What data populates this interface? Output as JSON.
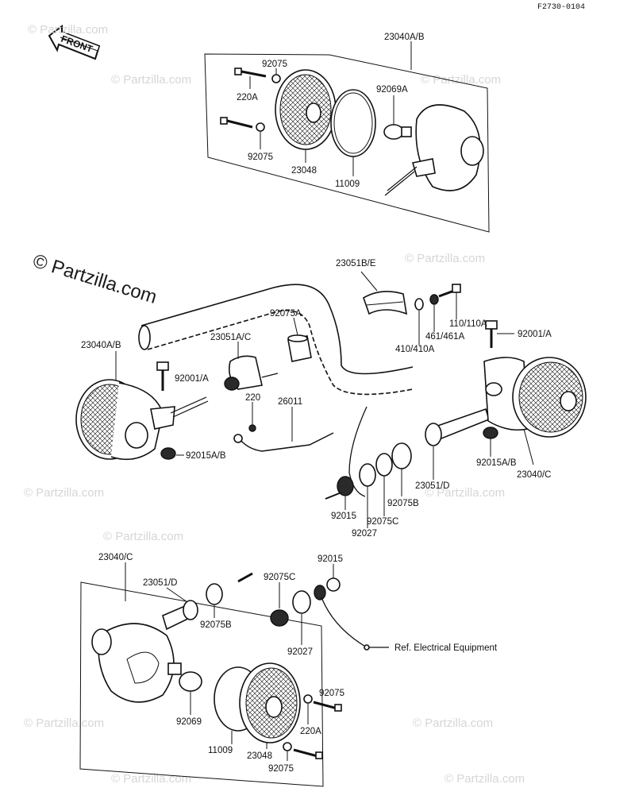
{
  "figure_code": "F2730-0104",
  "front_label": "FRONT",
  "watermark": "© Partzilla.com",
  "watermark_small": "© Partzilla.com",
  "ref_note": "Ref.  Electrical Equipment",
  "labels": {
    "top_assembly": "23040A/B",
    "top_nut": "92075",
    "top_bolt": "220A",
    "top_nut_lower": "92075",
    "top_lens": "23048",
    "top_gasket": "11009",
    "top_bulb": "92069A",
    "clamp_upper": "23051B/E",
    "spacer": "92075A",
    "clamp_left": "23051A/C",
    "left_assembly": "23040A/B",
    "left_bolt": "92001/A",
    "left_screw": "220",
    "harness": "26011",
    "left_nut": "92015A/B",
    "bolt_110": "110/110A",
    "washer_461": "461/461A",
    "washer_410": "410/410A",
    "right_bolt": "92001/A",
    "right_nut": "92015A/B",
    "right_assembly": "23040/C",
    "stem": "23051/D",
    "grommet_b": "92075B",
    "grommet_c": "92075C",
    "nut_92015": "92015",
    "washer_92027": "92027",
    "bot_assembly": "23040/C",
    "bot_stem": "23051/D",
    "bot_grommet_c": "92075C",
    "bot_nut": "92015",
    "bot_grommet_b": "92075B",
    "bot_washer": "92027",
    "bot_bulb": "92069",
    "bot_gasket": "11009",
    "bot_lens": "23048",
    "bot_nut_upper": "92075",
    "bot_bolt": "220A",
    "bot_nut_lower": "92075"
  }
}
